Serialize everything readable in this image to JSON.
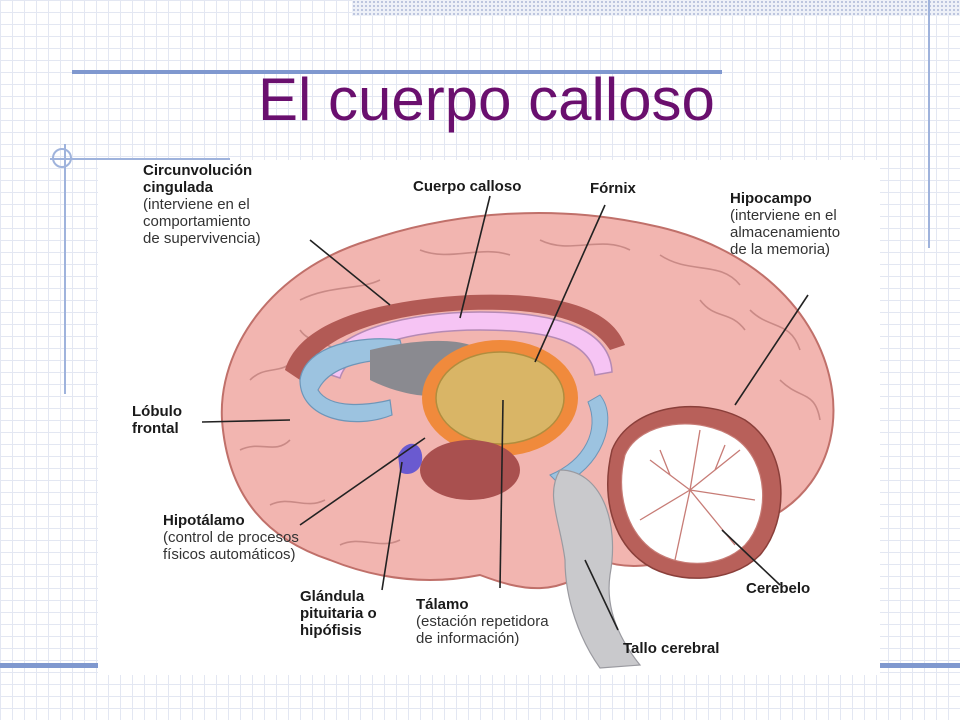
{
  "slide": {
    "title": "El cuerpo calloso"
  },
  "figure": {
    "labels": {
      "cingulate": {
        "title_lines": [
          "Circunvolución",
          "cingulada"
        ],
        "desc_lines": [
          "(interviene en el",
          "comportamiento",
          "de supervivencia)"
        ]
      },
      "corpus_callosum": {
        "title_lines": [
          "Cuerpo calloso"
        ]
      },
      "fornix": {
        "title_lines": [
          "Fórnix"
        ]
      },
      "hippocampus": {
        "title_lines": [
          "Hipocampo"
        ],
        "desc_lines": [
          "(interviene en el",
          "almacenamiento",
          "de la memoria)"
        ]
      },
      "frontal_lobe": {
        "title_lines": [
          "Lóbulo",
          "frontal"
        ]
      },
      "hypothalamus": {
        "title_lines": [
          "Hipotálamo"
        ],
        "desc_lines": [
          "(control de procesos",
          "físicos automáticos)"
        ]
      },
      "pituitary": {
        "title_lines": [
          "Glándula",
          "pituitaria o",
          "hipófisis"
        ]
      },
      "thalamus": {
        "title_lines": [
          "Tálamo"
        ],
        "desc_lines": [
          "(estación repetidora",
          "de información)"
        ]
      },
      "cerebellum": {
        "title_lines": [
          "Cerebelo"
        ]
      },
      "brainstem": {
        "title_lines": [
          "Tallo cerebral"
        ]
      }
    }
  },
  "colors": {
    "title": "#6a0f6e",
    "accent_rule": "#7f98cf",
    "cortex": "#f2b5b0",
    "cortex_line": "#c0706a",
    "corpus_callosum": "#f6c4f4",
    "ventricle_blue": "#9cc3e0",
    "thalamus": "#d9b566",
    "thalamus_ring": "#f08a3c",
    "dark_tissue": "#a9504f",
    "pituitary": "#6a5ad0",
    "brainstem": "#c9c9cc"
  }
}
